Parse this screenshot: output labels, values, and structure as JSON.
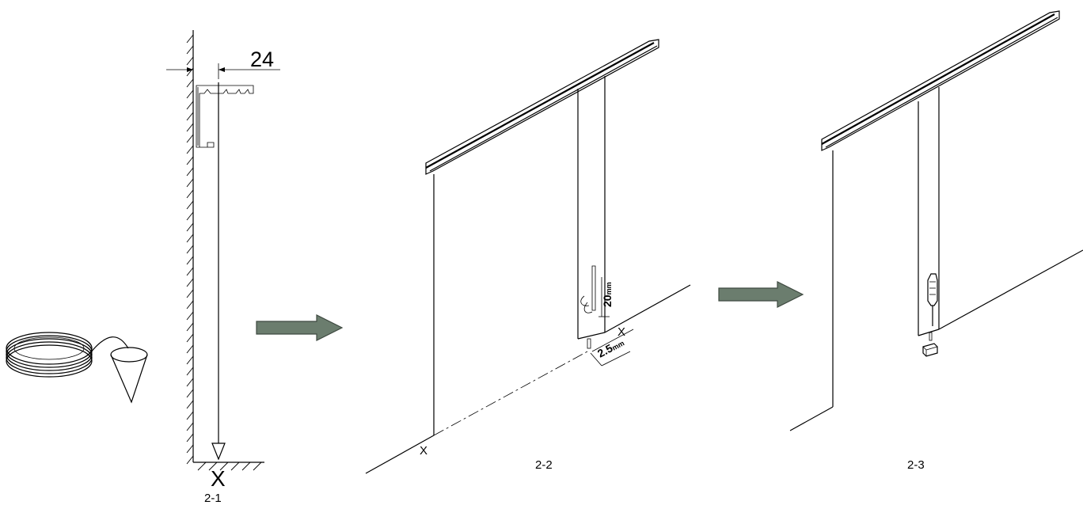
{
  "step1": {
    "dimension": "24",
    "mark": "X",
    "caption": "2-1"
  },
  "step2": {
    "mark_floor": "X",
    "mark_panel": "X",
    "dim_vertical": "20",
    "dim_vertical_unit": "mm",
    "dim_horizontal": "2.5",
    "dim_horizontal_unit": "mm",
    "caption": "2-2"
  },
  "step3": {
    "caption": "2-3"
  },
  "colors": {
    "arrow_fill": "#6b7d6e",
    "arrow_stroke": "#3f4a41",
    "line": "#000000"
  },
  "icons": [
    "plumb-bob-icon",
    "pencil-icon",
    "screwdriver-icon",
    "arrow-right-icon"
  ]
}
